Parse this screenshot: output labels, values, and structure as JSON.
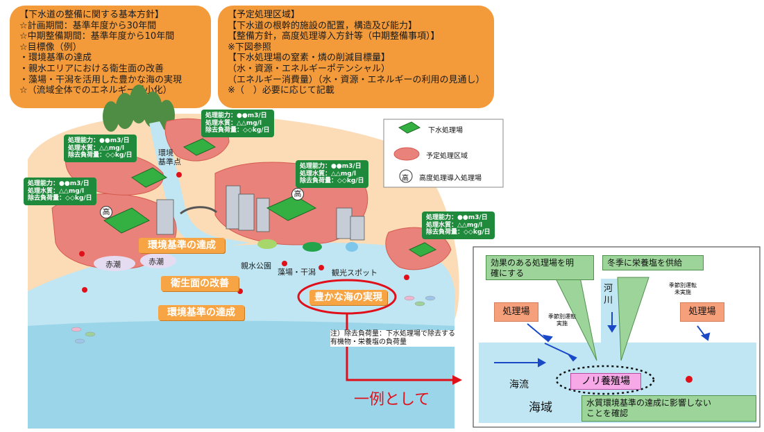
{
  "policy_box": {
    "title": "【下水道の整備に関する基本方針】",
    "lines": [
      "☆計画期間：基準年度から30年間",
      "☆中期整備期間：基準年度から10年間",
      "☆目標像（例）",
      "・環境基準の達成",
      "・親水エリアにおける衛生面の改善",
      "・藻場・干潟を活用した豊かな海の実現",
      "☆（流域全体でのエネルギー最小化）"
    ]
  },
  "area_box": {
    "lines": [
      "【予定処理区域】",
      "【下水道の根幹的施設の配置，構造及び能力】",
      "【整備方針，高度処理導入方針等（中期整備事項）】",
      "※下図参照",
      "【下水処理場の窒素・燐の削減目標量】",
      "（水・資源・エネルギーポテンシャル）",
      "（エネルギー消費量）（水・資源・エネルギーの利用の見通し）",
      "※（　）必要に応じて記載"
    ]
  },
  "plant_labels": [
    {
      "line1": "処理能力：●●m3/日",
      "line2": "処理水質：△△mg/l",
      "line3": "除去負荷量：◇◇kg/日"
    },
    {
      "line1": "処理能力：●●m3/日",
      "line2": "処理水質：△△mg/l",
      "line3": "除去負荷量：◇◇kg/日"
    },
    {
      "line1": "処理能力：●●m3/日",
      "line2": "処理水質：△△mg/l",
      "line3": "除去負荷量：◇◇kg/日"
    },
    {
      "line1": "処理能力：●●m3/日",
      "line2": "処理水質：△△mg/l",
      "line3": "除去負荷量：◇◇kg/日"
    },
    {
      "line1": "処理能力：●●m3/日",
      "line2": "処理水質：△△mg/l",
      "line3": "除去負荷量：◇◇kg/日"
    }
  ],
  "legend": {
    "plant": "下水処理場",
    "area": "予定処理区域",
    "advanced_mark": "高",
    "advanced": "高度処理導入処理場"
  },
  "map_labels": {
    "env_point": "環境\n基準点",
    "kou": "高",
    "red_tide_1": "赤潮",
    "red_tide_2": "赤潮",
    "shinsui_park": "親水公園",
    "moba_higata": "藻場・干潟",
    "tourist_spot": "観光スポット",
    "callout_env1": "環境基準の達成",
    "callout_hygiene": "衛生面の改善",
    "callout_env2": "環境基準の達成",
    "callout_rich_sea": "豊かな海の実現"
  },
  "note": {
    "line1": "注）除去負荷量：下水処理場で除去する",
    "line2": "有機物・栄養塩の負荷量"
  },
  "example_label": "一例として",
  "inset": {
    "speech1": "効果のある処理場を明\n確にする",
    "speech2": "冬季に栄養塩を供給",
    "river": "河\n川",
    "seasonal_stopped": "季節別運転\n未実施",
    "plant_left": "処理場",
    "plant_right": "処理場",
    "seasonal_done": "季節別運転\n実施",
    "current": "海流",
    "nori": "ノリ養殖場",
    "sea_area": "海域",
    "speech3": "水質環境基準の達成に影響しない\nことを確認"
  },
  "colors": {
    "orange": "#f39a3a",
    "area_red": "#e8827a",
    "plant_green": "#1f8a3c",
    "sea_blue": "#bfe6f2",
    "red_accent": "#e0101a",
    "land": "#fbdcb6"
  }
}
